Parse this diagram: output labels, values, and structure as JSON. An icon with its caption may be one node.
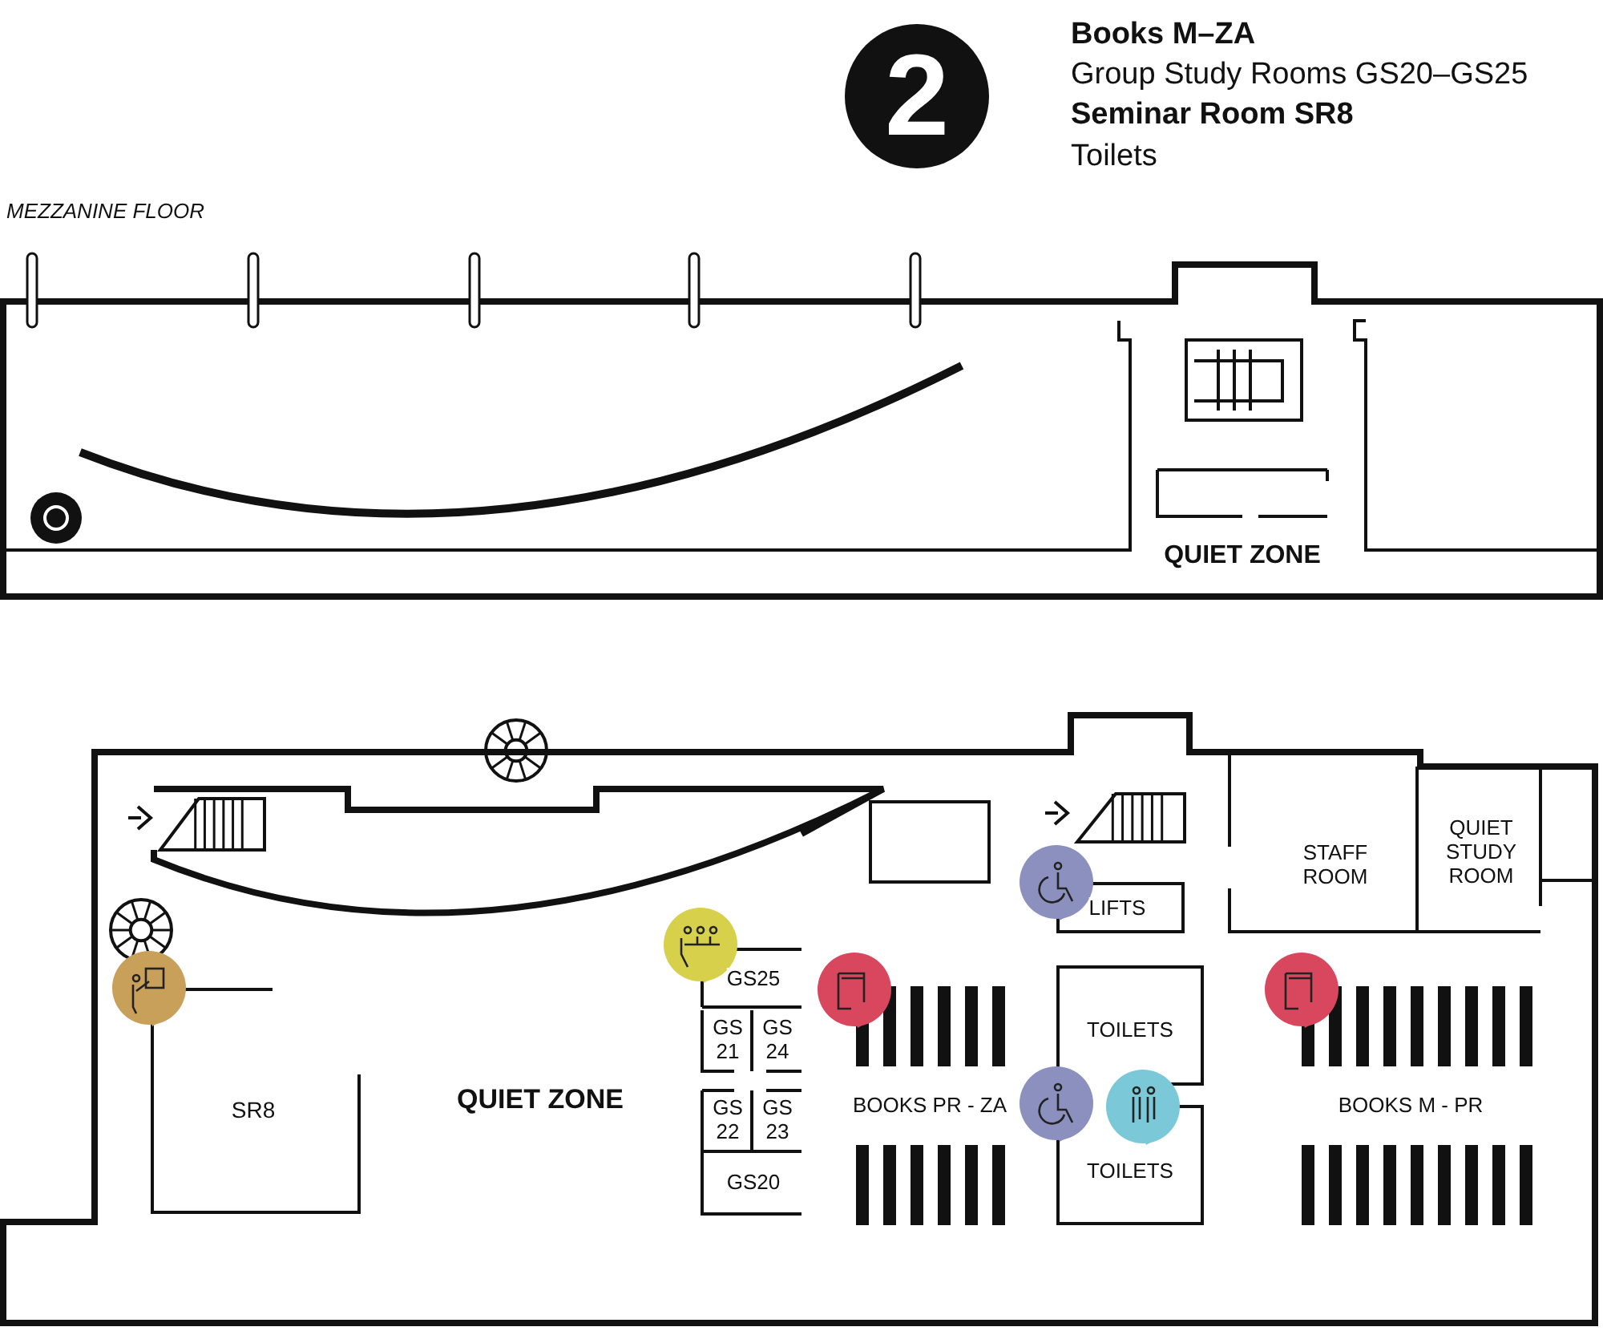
{
  "diagram": {
    "nodes": [
      {
        "text": [
          "MEZZANINE FLOOR"
        ]
      },
      {
        "text": [
          "QUIET ZONE"
        ],
        "in": 0
      },
      {
        "text": [
          "SR8"
        ]
      },
      {
        "text": [
          "QUIET ZONE"
        ]
      },
      {
        "text": [
          "GS25"
        ]
      },
      {
        "text": [
          "GS 21"
        ]
      },
      {
        "text": [
          "GS 24"
        ]
      },
      {
        "text": [
          "GS 22"
        ]
      },
      {
        "text": [
          "GS 23"
        ]
      },
      {
        "text": [
          "GS20"
        ]
      },
      {
        "text": [
          "BOOKS PR - ZA"
        ]
      },
      {
        "text": [
          "LIFTS"
        ]
      },
      {
        "text": [
          "TOILETS"
        ]
      },
      {
        "text": [
          "TOILETS"
        ]
      },
      {
        "text": [
          "STAFF ROOM"
        ]
      },
      {
        "text": [
          "QUIET STUDY ROOM"
        ]
      },
      {
        "text": [
          "BOOKS M - PR"
        ]
      }
    ],
    "labels": [
      "2",
      "Books M–ZA",
      "Group Study Rooms GS20–GS25",
      "Seminar Room SR8",
      "Toilets"
    ]
  }
}
